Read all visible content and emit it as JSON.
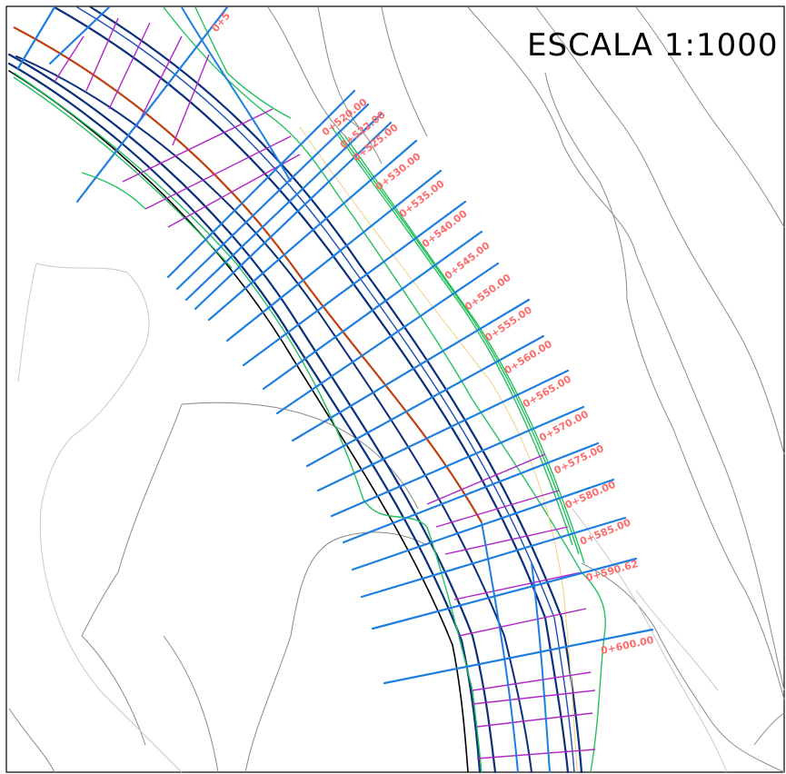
{
  "scale_label": "ESCALA 1:1000",
  "colors": {
    "border": "#000000",
    "terrain_contour": "#8a8a8a",
    "terrain_contour_light": "#c8c8c8",
    "road_edge": "#0b2f7a",
    "centerline": "#c04010",
    "section_line": "#1e7fe0",
    "offset_line": "#25c060",
    "hatch": "#b025c8",
    "fill_line": "#f0d080",
    "station_label": "#ff6a6a"
  },
  "stations": [
    "0+520.00",
    "0+522.00",
    "0+525.00",
    "0+530.00",
    "0+535.00",
    "0+540.00",
    "0+545.00",
    "0+550.00",
    "0+555.00",
    "0+560.00",
    "0+565.00",
    "0+570.00",
    "0+575.00",
    "0+580.00",
    "0+585.00",
    "0+590.62",
    "0+600.00"
  ],
  "partial_station_top": "0+5"
}
